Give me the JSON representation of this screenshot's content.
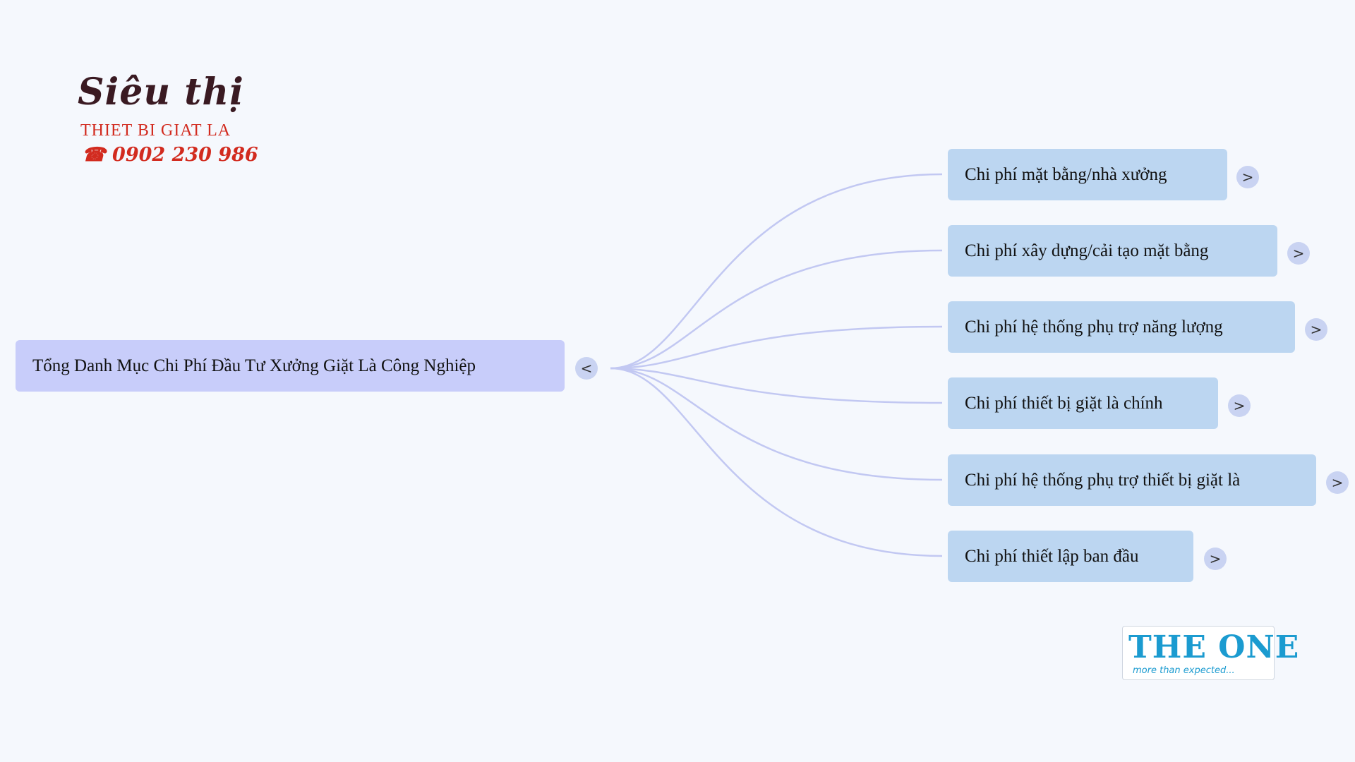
{
  "colors": {
    "background": "#f5f8fd",
    "root_node": "#c8cdfa",
    "child_node": "#bcd6f1",
    "toggle_button": "#c9d3f2",
    "connector": "#c2c8f2",
    "brand_dark": "#3a1a22",
    "brand_red": "#d22b1f",
    "theone_blue": "#1b9bd0"
  },
  "mindmap": {
    "root": {
      "label": "Tổng Danh Mục Chi Phí Đầu Tư Xưởng Giặt Là Công Nghiệp",
      "toggle": "<"
    },
    "children": [
      {
        "label": "Chi phí mặt bằng/nhà xưởng",
        "toggle": ">"
      },
      {
        "label": "Chi phí xây dựng/cải tạo mặt bằng",
        "toggle": ">"
      },
      {
        "label": "Chi phí hệ thống phụ trợ năng lượng",
        "toggle": ">"
      },
      {
        "label": "Chi phí thiết bị giặt là chính",
        "toggle": ">"
      },
      {
        "label": "Chi phí hệ thống phụ trợ thiết bị giặt là",
        "toggle": ">"
      },
      {
        "label": "Chi phí thiết lập ban đầu",
        "toggle": ">"
      }
    ]
  },
  "logos": {
    "sieuthi": {
      "name": "Siêu thị",
      "subtitle": "THIET BI GIAT LA",
      "phone": "☎ 0902 230 986"
    },
    "theone": {
      "wordmark": "THE ONE",
      "tagline": "more than expected..."
    }
  }
}
